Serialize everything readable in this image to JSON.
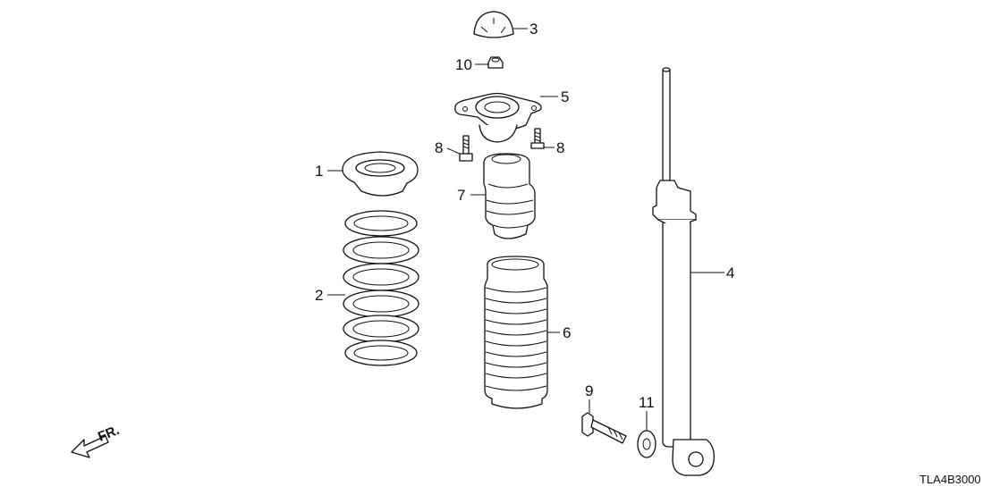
{
  "callouts": {
    "c1": "1",
    "c2": "2",
    "c3": "3",
    "c4": "4",
    "c5": "5",
    "c6": "6",
    "c7": "7",
    "c8a": "8",
    "c8b": "8",
    "c9": "9",
    "c10": "10",
    "c11": "11"
  },
  "direction_label": "FR.",
  "diagram_code": "TLA4B3000"
}
